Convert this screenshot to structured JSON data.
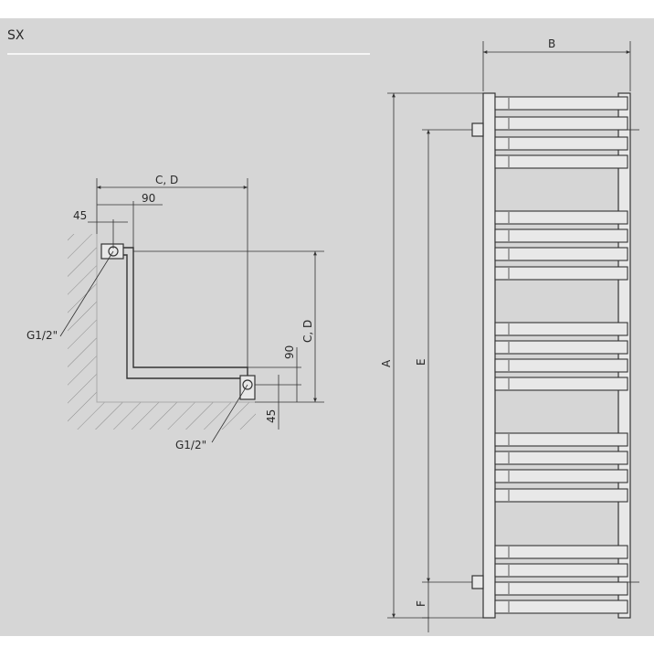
{
  "header": {
    "title": "SX"
  },
  "plan_view": {
    "dim_cd_top": "C, D",
    "dim_90_top": "90",
    "dim_45_top": "45",
    "dim_cd_right": "C, D",
    "dim_90_right": "90",
    "dim_45_right": "45",
    "callout_upper": "G1/2\"",
    "callout_lower": "G1/2\""
  },
  "front_view": {
    "dim_b": "B",
    "dim_a": "A",
    "dim_e": "E",
    "dim_f": "F"
  },
  "colors": {
    "background": "#d6d6d6",
    "line": "#333333",
    "hatch": "#8a8a8a",
    "rail": "#e8e8e8"
  }
}
